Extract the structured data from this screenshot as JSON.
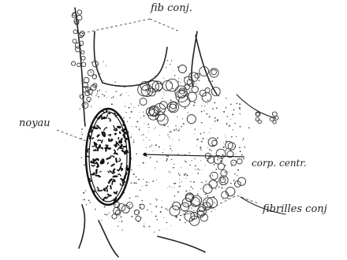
{
  "labels": {
    "fib_conj": "fib conj.",
    "noyau": "noyau",
    "corp_centr": "corp. centr.",
    "fibrilles_conj": "fibrilles conj"
  },
  "colors": {
    "ink": "#222222",
    "background": "#ffffff"
  }
}
